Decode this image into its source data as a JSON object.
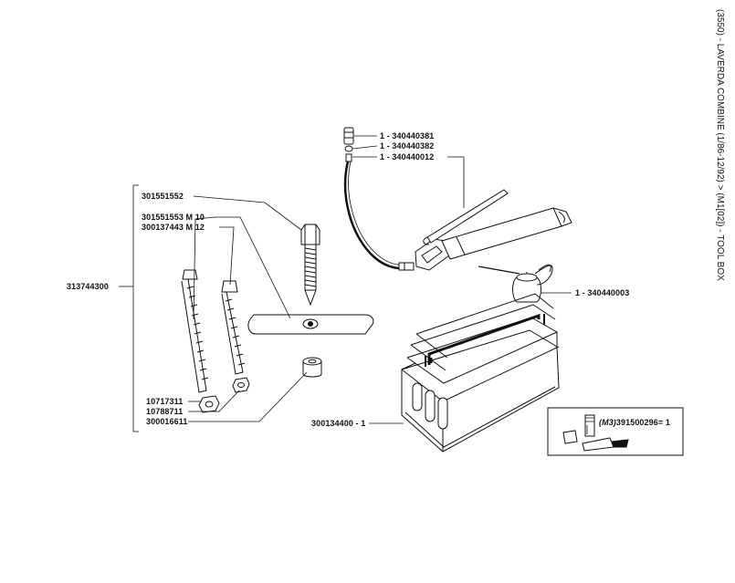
{
  "page_title": "(3550) - LAVERDA COMBINE (1/86-12/92) > (M1[02]) - TOOL BOX",
  "labels": {
    "grease_part_1": "1 - 340440381",
    "grease_part_2": "1 - 340440382",
    "grease_part_3": "1 - 340440012",
    "t_wrench": "301551552",
    "bolt_m10": "301551553 M 10",
    "bolt_m12": "300137443 M 12",
    "kit": "313744300",
    "oil_can": "1 - 340440003",
    "nut_1": "10717311",
    "nut_2": "10788711",
    "bushing": "300016611",
    "tool_box": "300134400 - 1",
    "inset_prefix": "(M3)",
    "inset_part": "391500296",
    "inset_qty": "= 1"
  }
}
